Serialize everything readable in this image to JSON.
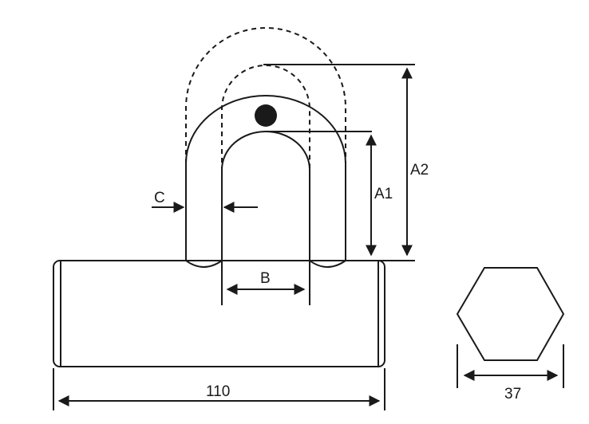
{
  "labels": {
    "a1": "A1",
    "a2": "A2",
    "b": "B",
    "c": "C",
    "width": "110",
    "hex_width": "37"
  },
  "colors": {
    "line": "#1a1a1a",
    "background": "#ffffff"
  }
}
